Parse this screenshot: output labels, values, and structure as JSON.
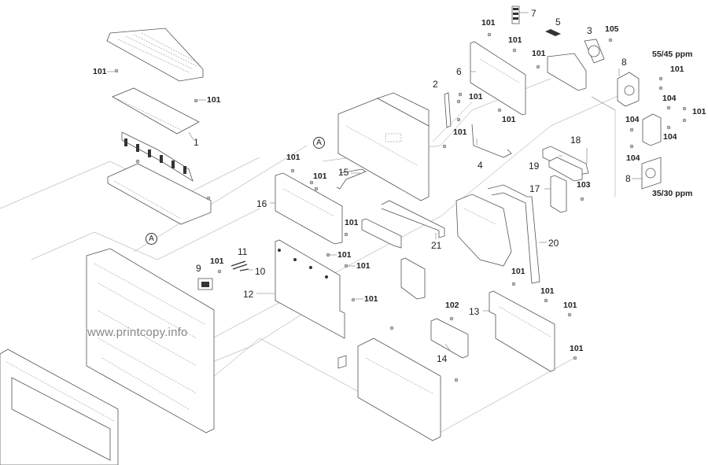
{
  "diagram": {
    "type": "exploded-parts-diagram",
    "watermark": "www.printcopy.info",
    "reference_marks": [
      "A",
      "A"
    ],
    "variant_labels": {
      "upper": "55/45 ppm",
      "lower": "35/30 ppm"
    },
    "part_numbers": [
      "1",
      "2",
      "3",
      "4",
      "5",
      "6",
      "7",
      "8",
      "8",
      "9",
      "10",
      "11",
      "12",
      "13",
      "14",
      "15",
      "16",
      "17",
      "18",
      "19",
      "20",
      "21"
    ],
    "screw_labels": {
      "s101": "101",
      "s102": "102",
      "s103": "103",
      "s104": "104",
      "s105": "105"
    }
  }
}
